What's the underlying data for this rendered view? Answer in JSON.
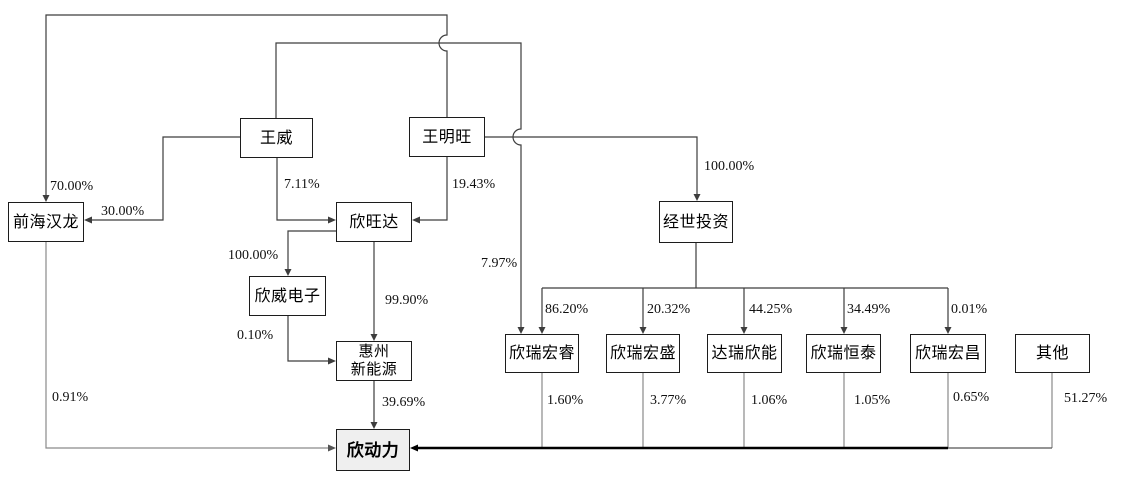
{
  "entities": {
    "qianhai_hanlong": {
      "label": "前海汉龙"
    },
    "wang_wei": {
      "label": "王威"
    },
    "wang_mingwang": {
      "label": "王明旺"
    },
    "xinwangda": {
      "label": "欣旺达"
    },
    "xinwei_dianzi": {
      "label": "欣威电子"
    },
    "huizhou_xinnengyuan": {
      "label_line1": "惠州",
      "label_line2": "新能源"
    },
    "jingshi_touzi": {
      "label": "经世投资"
    },
    "xindongli": {
      "label": "欣动力"
    },
    "xinrui_hongrui": {
      "label": "欣瑞宏睿"
    },
    "xinrui_hongsheng": {
      "label": "欣瑞宏盛"
    },
    "darui_xinneng": {
      "label": "达瑞欣能"
    },
    "xinrui_hengtai": {
      "label": "欣瑞恒泰"
    },
    "xinrui_hongchang": {
      "label": "欣瑞宏昌"
    },
    "qita": {
      "label": "其他"
    }
  },
  "edges": [
    {
      "from": "王明旺",
      "to": "前海汉龙",
      "pct": "70.00%"
    },
    {
      "from": "王威",
      "to": "前海汉龙",
      "pct": "30.00%"
    },
    {
      "from": "王威",
      "to": "欣旺达",
      "pct": "7.11%"
    },
    {
      "from": "王明旺",
      "to": "欣旺达",
      "pct": "19.43%"
    },
    {
      "from": "王明旺",
      "to": "经世投资",
      "pct": "100.00%"
    },
    {
      "from": "王威",
      "to": "欣瑞宏睿",
      "pct": "7.97%"
    },
    {
      "from": "欣旺达",
      "to": "欣威电子",
      "pct": "100.00%"
    },
    {
      "from": "欣旺达",
      "to": "惠州新能源",
      "pct": "99.90%"
    },
    {
      "from": "欣威电子",
      "to": "惠州新能源",
      "pct": "0.10%"
    },
    {
      "from": "惠州新能源",
      "to": "欣动力",
      "pct": "39.69%"
    },
    {
      "from": "前海汉龙",
      "to": "欣动力",
      "pct": "0.91%"
    },
    {
      "from": "经世投资",
      "to": "欣瑞宏睿",
      "pct": "86.20%"
    },
    {
      "from": "经世投资",
      "to": "欣瑞宏盛",
      "pct": "20.32%"
    },
    {
      "from": "经世投资",
      "to": "达瑞欣能",
      "pct": "44.25%"
    },
    {
      "from": "经世投资",
      "to": "欣瑞恒泰",
      "pct": "34.49%"
    },
    {
      "from": "经世投资",
      "to": "欣瑞宏昌",
      "pct": "0.01%"
    },
    {
      "from": "欣瑞宏睿",
      "to": "欣动力",
      "pct": "1.60%"
    },
    {
      "from": "欣瑞宏盛",
      "to": "欣动力",
      "pct": "3.77%"
    },
    {
      "from": "达瑞欣能",
      "to": "欣动力",
      "pct": "1.06%"
    },
    {
      "from": "欣瑞恒泰",
      "to": "欣动力",
      "pct": "1.05%"
    },
    {
      "from": "欣瑞宏昌",
      "to": "欣动力",
      "pct": "0.65%"
    },
    {
      "from": "其他",
      "to": "欣动力",
      "pct": "51.27%"
    }
  ],
  "colors": {
    "line": "#3d3d3d",
    "line_gray": "#8a8a8a",
    "bus": "#000000",
    "box_border": "#1c1c1c",
    "highlight_box_fill": "#efefef"
  }
}
